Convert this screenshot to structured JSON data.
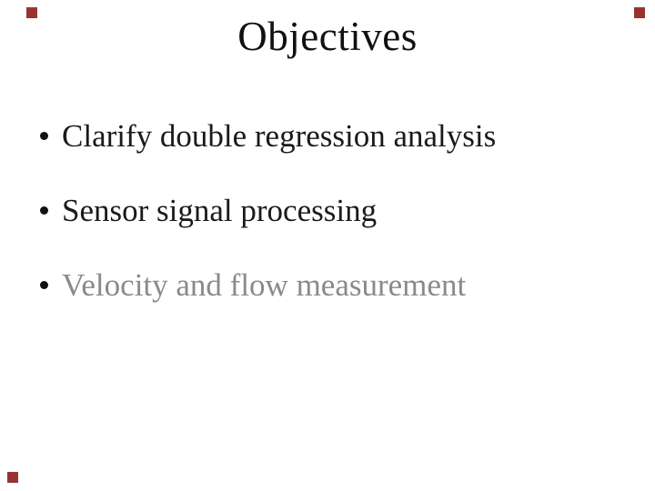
{
  "slide": {
    "title": "Objectives",
    "bullets": [
      {
        "text": "Clarify double regression analysis",
        "color": "#1a1a1a"
      },
      {
        "text": "Sensor signal processing",
        "color": "#1a1a1a"
      },
      {
        "text": "Velocity and flow measurement",
        "color": "#8a8a8a"
      }
    ],
    "bullet_icon": "filled-circle",
    "decor": {
      "corner_square_color": "#993333"
    }
  }
}
